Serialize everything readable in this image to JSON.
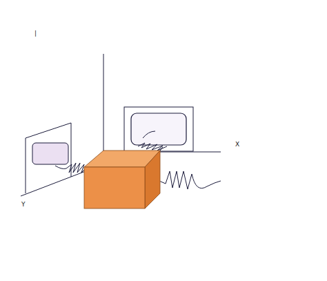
{
  "diagram": {
    "labels": [
      "|",
      "X",
      "Y"
    ]
  }
}
